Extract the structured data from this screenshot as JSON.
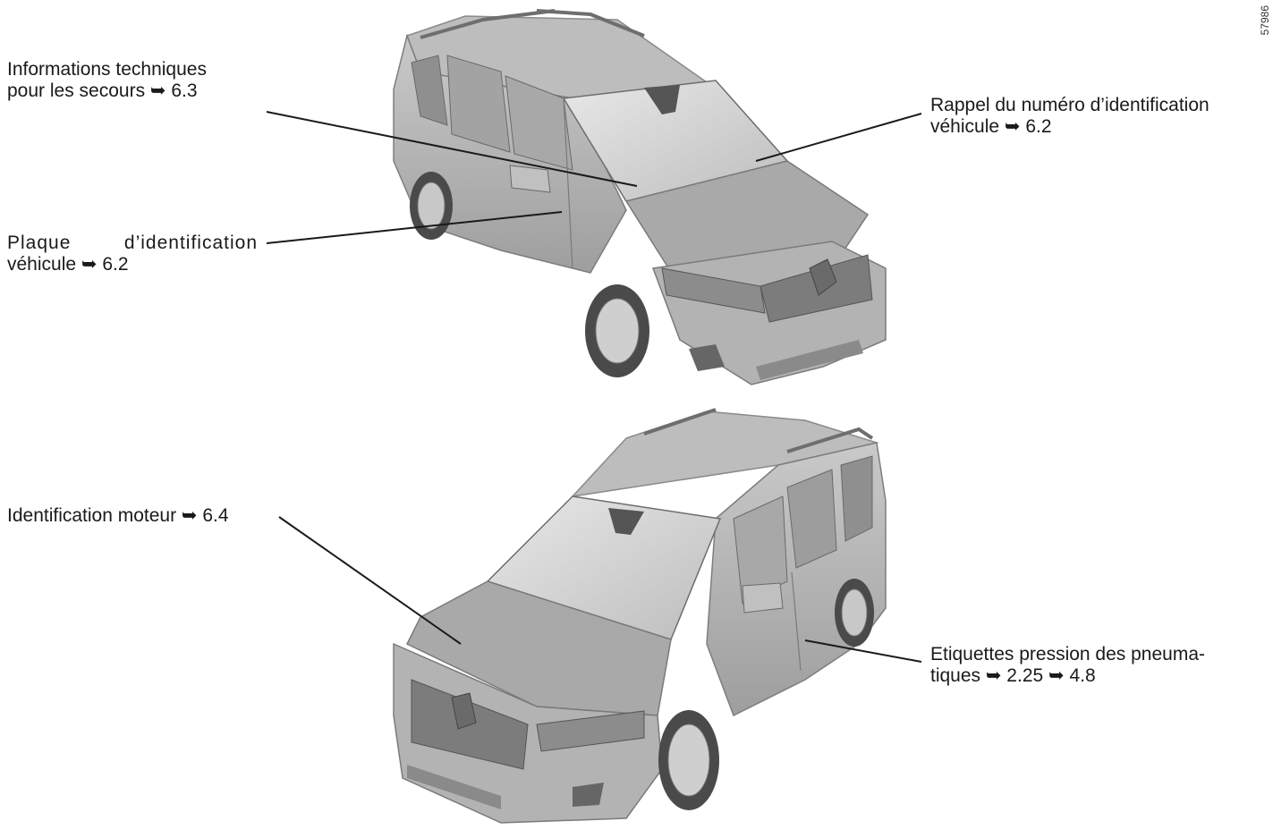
{
  "figure_number": "57986",
  "callouts": {
    "rescue_info": {
      "line1": "Informations techniques",
      "line2": "pour les secours ➥ 6.3"
    },
    "vin_reminder": {
      "line1": "Rappel du numéro d’identification",
      "line2": "véhicule ➥ 6.2"
    },
    "id_plate": {
      "line1": "Plaque d’identification",
      "line2": "véhicule ➥ 6.2"
    },
    "engine_id": {
      "line1": "Identification moteur ➥ 6.4"
    },
    "tyre_pressure": {
      "line1": "Etiquettes pression des pneuma-",
      "line2": "tiques ➥ 2.25 ➥ 4.8"
    }
  }
}
